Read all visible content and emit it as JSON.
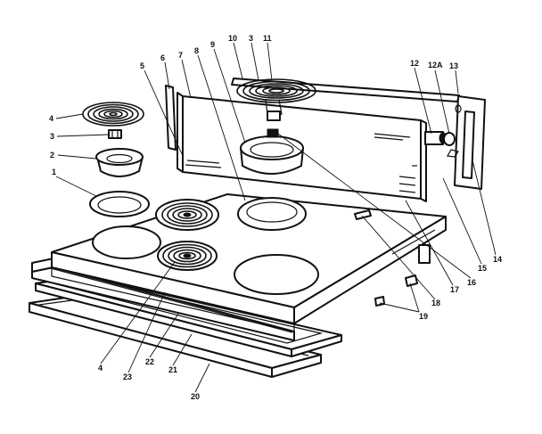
{
  "labels": {
    "l1": "1",
    "l2": "2",
    "l3a": "3",
    "l4a": "4",
    "l5": "5",
    "l6": "6",
    "l7": "7",
    "l8": "8",
    "l9": "9",
    "l10": "10",
    "l3b": "3",
    "l11": "11",
    "l12": "12",
    "l12a": "12A",
    "l13": "13",
    "l14": "14",
    "l15": "15",
    "l16": "16",
    "l17": "17",
    "l18": "18",
    "l19": "19",
    "l4b": "4",
    "l23": "23",
    "l22": "22",
    "l21": "21",
    "l20": "20"
  }
}
